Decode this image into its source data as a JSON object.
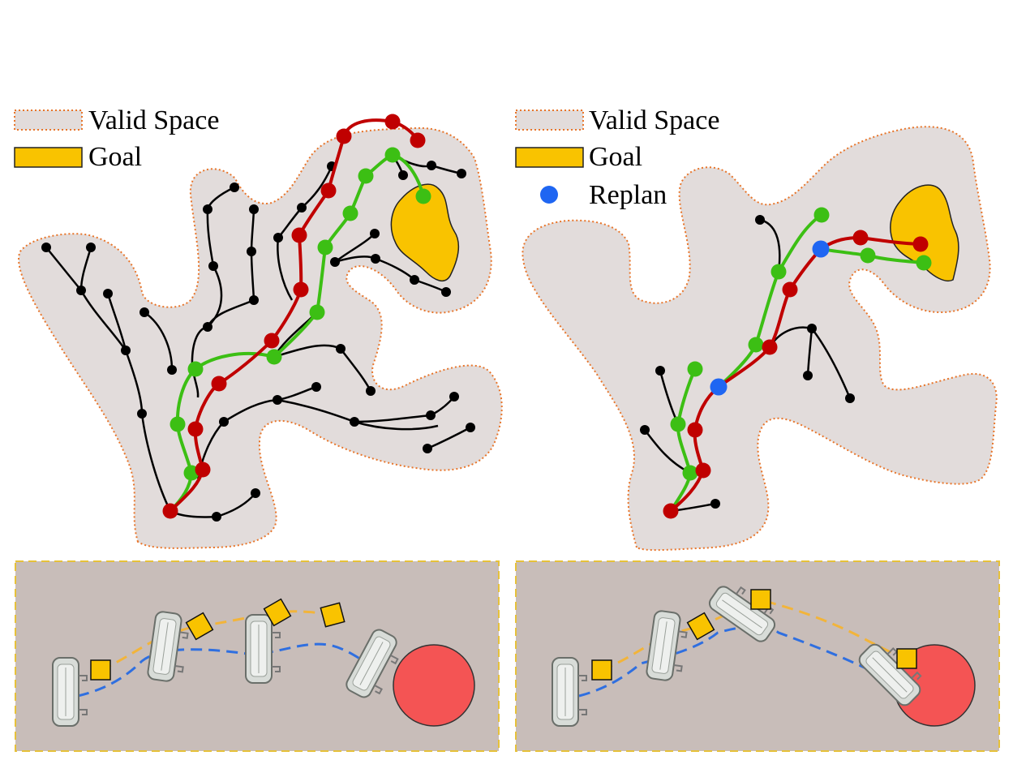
{
  "left_panel": {
    "legend": [
      {
        "label": "Valid Space",
        "swatch": "valid-space"
      },
      {
        "label": "Goal",
        "swatch": "goal"
      }
    ]
  },
  "right_panel": {
    "legend": [
      {
        "label": "Valid Space",
        "swatch": "valid-space"
      },
      {
        "label": "Goal",
        "swatch": "goal"
      },
      {
        "label": "Replan",
        "swatch": "replan-dot"
      }
    ]
  },
  "colors": {
    "valid_space_fill": "#e2dcdb",
    "valid_space_border": "#e8752a",
    "goal": "#f9c300",
    "red_path": "#c00000",
    "green_path": "#3cbf14",
    "tree_branch": "#000000",
    "replan": "#1f66f2",
    "floor": "#c8bdb9",
    "target_circle": "#f45454",
    "box": "#f9c300",
    "trajectory_blue": "#2f6fe0",
    "trajectory_orange": "#f2b43a"
  }
}
